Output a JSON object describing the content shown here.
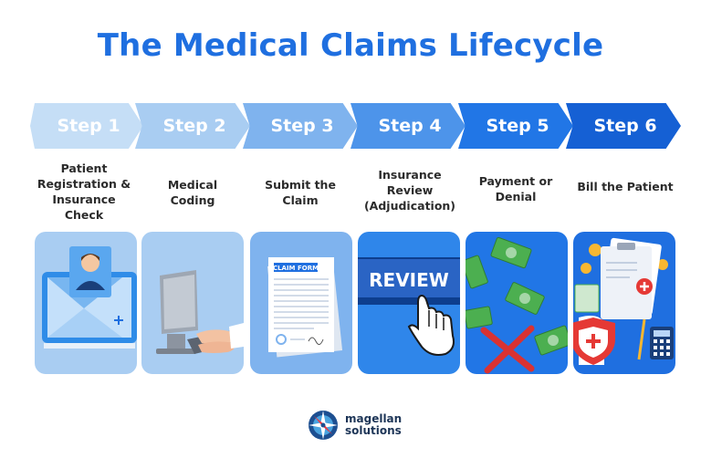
{
  "title": "The Medical Claims Lifecycle",
  "steps": [
    {
      "step": "Step 1",
      "label_lines": [
        "Patient",
        "Registration &",
        "Insurance",
        "Check"
      ],
      "color": "#c5def6",
      "illustration": "patient-registration-illustration"
    },
    {
      "step": "Step 2",
      "label_lines": [
        "Medical",
        "Coding"
      ],
      "color": "#a9cdf2",
      "illustration": "computer-typing-illustration"
    },
    {
      "step": "Step 3",
      "label_lines": [
        "Submit the",
        "Claim"
      ],
      "color": "#7fb3ee",
      "illustration": "claim-form-illustration"
    },
    {
      "step": "Step 4",
      "label_lines": [
        "Insurance",
        "Review",
        "(Adjudication)"
      ],
      "color": "#4d94ea",
      "illustration": "review-button-illustration"
    },
    {
      "step": "Step 5",
      "label_lines": [
        "Payment or",
        "Denial"
      ],
      "color": "#2176e6",
      "illustration": "money-denied-illustration"
    },
    {
      "step": "Step 6",
      "label_lines": [
        "Bill the Patient"
      ],
      "color": "#1560d4",
      "illustration": "bill-shield-illustration"
    }
  ],
  "illustrations": {
    "claim_form_heading": "CLAIM FORM",
    "review_button_text": "REVIEW"
  },
  "logo": {
    "line1": "magellan",
    "line2": "solutions",
    "icon": "compass-icon"
  },
  "colors": {
    "title": "#1f6fe0",
    "card_background": "#a9cdf2",
    "card_background_dark": "#1f6fe0"
  }
}
